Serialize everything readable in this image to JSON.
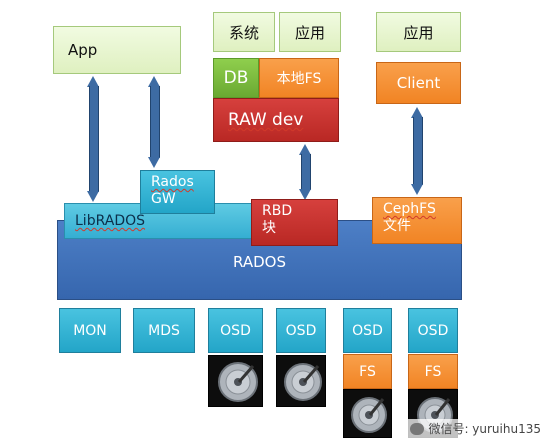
{
  "top": {
    "app": "App",
    "system": "系统",
    "application_1": "应用",
    "application_2": "应用",
    "db": "DB",
    "local_fs": "本地FS",
    "raw_dev": "RAW dev",
    "client": "Client"
  },
  "middle": {
    "rados_gw_line1": "Rados",
    "rados_gw_line2": "GW",
    "librados": "LibRADOS",
    "rbd_line1": "RBD",
    "rbd_line2": "块",
    "cephfs_line1": "CephFS",
    "cephfs_line2": "文件",
    "rados": "RADOS"
  },
  "bottom": {
    "mon": "MON",
    "mds": "MDS",
    "osd_labels": [
      "OSD",
      "OSD",
      "OSD",
      "OSD"
    ],
    "fs_labels": [
      "FS",
      "FS"
    ]
  },
  "watermark": "微信号: yuruihu135",
  "colors": {
    "teal": "#23a5c8",
    "blue": "#3666ae",
    "orange": "#f18424",
    "red": "#b92824",
    "green": "#6aa932",
    "arrow": "#3d6ba3"
  }
}
